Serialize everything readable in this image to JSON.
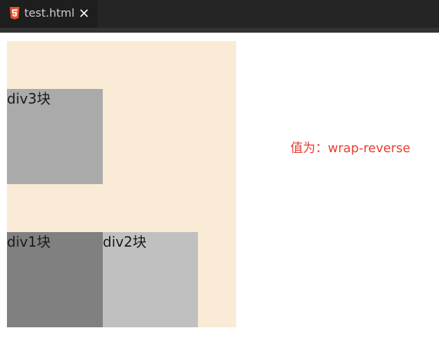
{
  "editor": {
    "tab": {
      "filename": "test.html",
      "icon": "html5-file-icon",
      "close_icon": "close-icon"
    },
    "colors": {
      "tabbar_bg": "#252526",
      "active_tab_bg": "#1e1e1e",
      "html5_icon": "#e44d26"
    }
  },
  "preview": {
    "container_color": "#faebd7",
    "boxes": [
      {
        "label": "div3块",
        "color": "#aaaaaa"
      },
      {
        "label": "div1块",
        "color": "#808080"
      },
      {
        "label": "div2块",
        "color": "#c0c0c0"
      }
    ],
    "note": "值为：wrap-reverse",
    "note_color": "#e53e30"
  }
}
